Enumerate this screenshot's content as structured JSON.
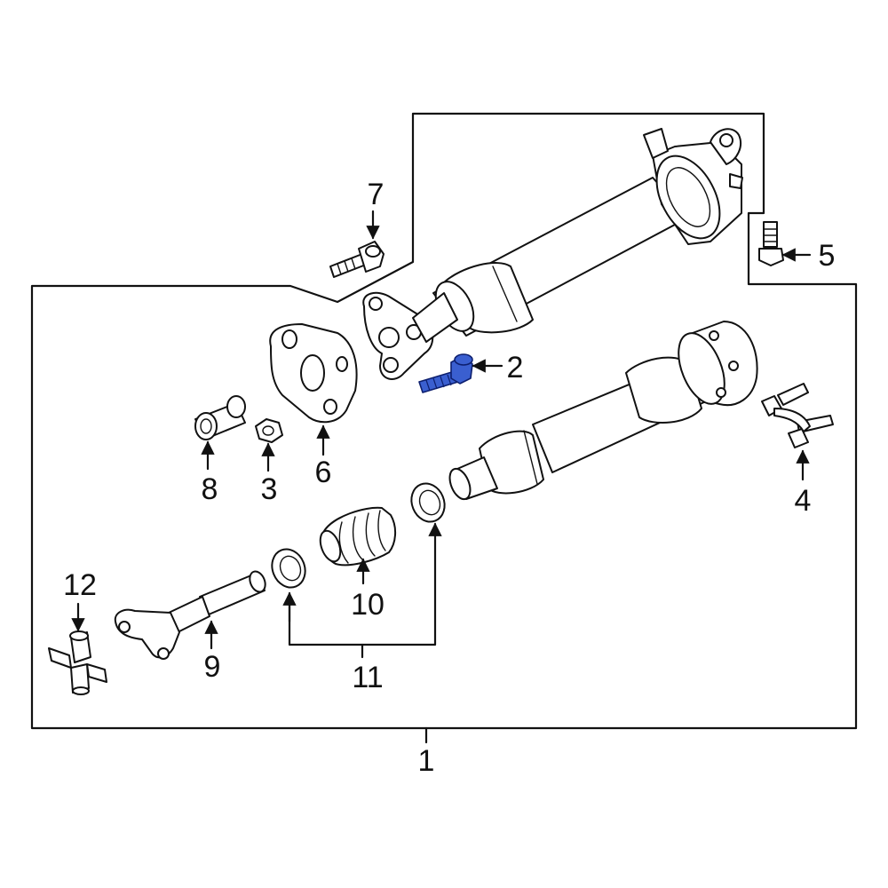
{
  "diagram": {
    "highlight_color": "#3a5fd0",
    "line_color": "#111111",
    "background": "#ffffff",
    "callouts": [
      {
        "id": "c1",
        "label": "1"
      },
      {
        "id": "c2",
        "label": "2"
      },
      {
        "id": "c3",
        "label": "3"
      },
      {
        "id": "c4",
        "label": "4"
      },
      {
        "id": "c5",
        "label": "5"
      },
      {
        "id": "c6",
        "label": "6"
      },
      {
        "id": "c7",
        "label": "7"
      },
      {
        "id": "c8",
        "label": "8"
      },
      {
        "id": "c9",
        "label": "9"
      },
      {
        "id": "c10",
        "label": "10"
      },
      {
        "id": "c11",
        "label": "11"
      },
      {
        "id": "c12",
        "label": "12"
      }
    ]
  }
}
